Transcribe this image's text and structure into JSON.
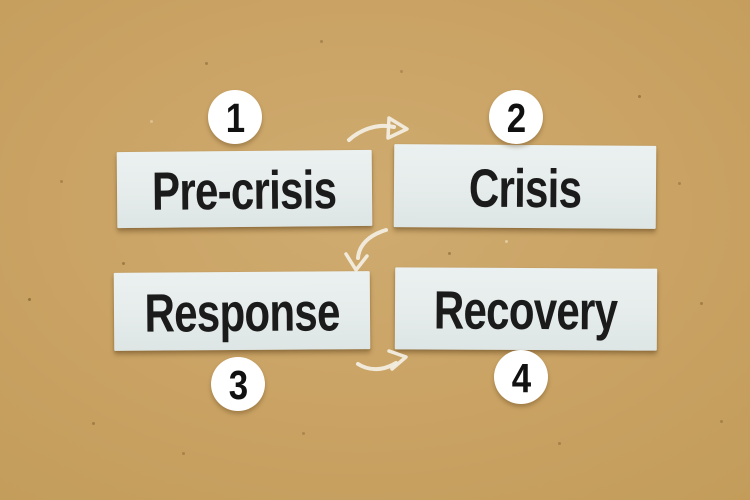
{
  "diagram": {
    "steps": [
      {
        "number": "1",
        "label": "Pre-crisis"
      },
      {
        "number": "2",
        "label": "Crisis"
      },
      {
        "number": "3",
        "label": "Response"
      },
      {
        "number": "4",
        "label": "Recovery"
      }
    ],
    "arrows": [
      {
        "name": "arrow-precrisis-to-crisis",
        "from": "Pre-crisis",
        "to": "Crisis"
      },
      {
        "name": "arrow-crisis-to-response",
        "from": "Crisis",
        "to": "Response"
      },
      {
        "name": "arrow-response-to-recovery",
        "from": "Response",
        "to": "Recovery"
      }
    ],
    "colors": {
      "background": "#c9a263",
      "card": "#e5eceb",
      "text": "#1b1b1b",
      "badge_fill": "#ffffff",
      "arrow": "#f2ecdf"
    }
  }
}
